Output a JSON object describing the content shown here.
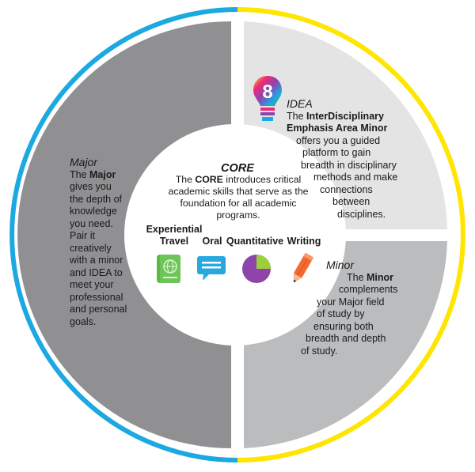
{
  "colors": {
    "outer_left": "#1ca9e1",
    "outer_right": "#ffe500",
    "major_fill": "#909093",
    "idea_fill": "#e4e4e5",
    "minor_fill": "#bbbcbe",
    "passport": "#5cb946",
    "speech": "#27a8df",
    "pie_purple": "#8e44a8",
    "pie_green": "#9ccf3b",
    "pencil": "#f26a2e"
  },
  "major": {
    "title": "Major",
    "lines": [
      "The <b>Major</b>",
      "gives you",
      "the depth of",
      "knowledge",
      "you need.",
      "Pair it",
      "creatively",
      "with a minor",
      "and IDEA to",
      "meet your",
      "professional",
      "and personal",
      "goals."
    ]
  },
  "idea": {
    "title": "IDEA",
    "badge": "8",
    "lines": [
      "The <b>InterDisciplinary</b>",
      "<b>Emphasis Area Minor</b>",
      "offers you a guided",
      "platform to gain",
      "breadth in disciplinary",
      "methods and make",
      "connections",
      "between",
      "disciplines."
    ]
  },
  "minor": {
    "title": "Minor",
    "lines": [
      "The <b>Minor</b>",
      "complements",
      "your Major field",
      "of study by",
      "ensuring both",
      "breadth and depth",
      "of study."
    ]
  },
  "core": {
    "title": "CORE",
    "description_html": "The <b>CORE</b> introduces critical academic skills that serve as the foundation for all academic programs.",
    "skills": [
      {
        "label": "Experiential Travel",
        "icon": "passport-icon"
      },
      {
        "label": "Oral",
        "icon": "speech-bubble-icon"
      },
      {
        "label": "Quantitative",
        "icon": "pie-chart-icon"
      },
      {
        "label": "Writing",
        "icon": "pencil-icon"
      }
    ]
  }
}
